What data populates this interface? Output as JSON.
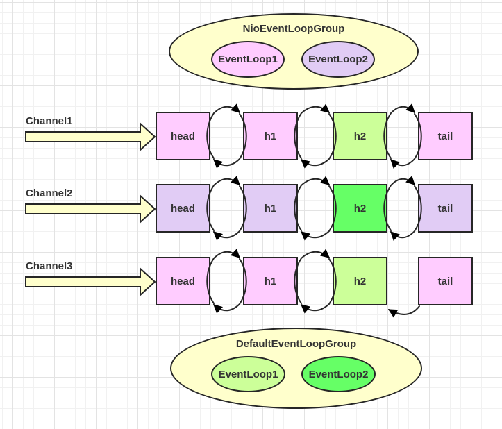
{
  "palette": {
    "yellow": "#ffffcc",
    "pink": "#ffccff",
    "lavender": "#e1ccf5",
    "light_green": "#ccff99",
    "green": "#66ff66",
    "stroke": "#262626",
    "text": "#333333",
    "grid_minor": "#f1f1f1",
    "grid_major": "#e3e3e3",
    "background": "#ffffff"
  },
  "groups": [
    {
      "title": "NioEventLoopGroup",
      "fill": "yellow",
      "loops": [
        {
          "label": "EventLoop1",
          "fill": "pink"
        },
        {
          "label": "EventLoop2",
          "fill": "lavender"
        }
      ]
    },
    {
      "title": "DefaultEventLoopGroup",
      "fill": "yellow",
      "loops": [
        {
          "label": "EventLoop1",
          "fill": "light_green"
        },
        {
          "label": "EventLoop2",
          "fill": "green"
        }
      ]
    }
  ],
  "channels": [
    {
      "label": "Channel1",
      "arrow_fill": "yellow",
      "handlers": [
        {
          "label": "head",
          "fill": "pink"
        },
        {
          "label": "h1",
          "fill": "pink"
        },
        {
          "label": "h2",
          "fill": "light_green"
        },
        {
          "label": "tail",
          "fill": "pink"
        }
      ],
      "links": [
        {
          "top": true,
          "bottom": "full"
        },
        {
          "top": true,
          "bottom": "full"
        },
        {
          "top": true,
          "bottom": "full"
        }
      ]
    },
    {
      "label": "Channel2",
      "arrow_fill": "yellow",
      "handlers": [
        {
          "label": "head",
          "fill": "lavender"
        },
        {
          "label": "h1",
          "fill": "lavender"
        },
        {
          "label": "h2",
          "fill": "green"
        },
        {
          "label": "tail",
          "fill": "lavender"
        }
      ],
      "links": [
        {
          "top": true,
          "bottom": "full"
        },
        {
          "top": true,
          "bottom": "full"
        },
        {
          "top": true,
          "bottom": "full"
        }
      ]
    },
    {
      "label": "Channel3",
      "arrow_fill": "yellow",
      "handlers": [
        {
          "label": "head",
          "fill": "pink"
        },
        {
          "label": "h1",
          "fill": "pink"
        },
        {
          "label": "h2",
          "fill": "light_green"
        },
        {
          "label": "tail",
          "fill": "pink"
        }
      ],
      "links": [
        {
          "top": true,
          "bottom": "full"
        },
        {
          "top": true,
          "bottom": "full"
        },
        {
          "top": false,
          "bottom": "short"
        }
      ]
    }
  ]
}
